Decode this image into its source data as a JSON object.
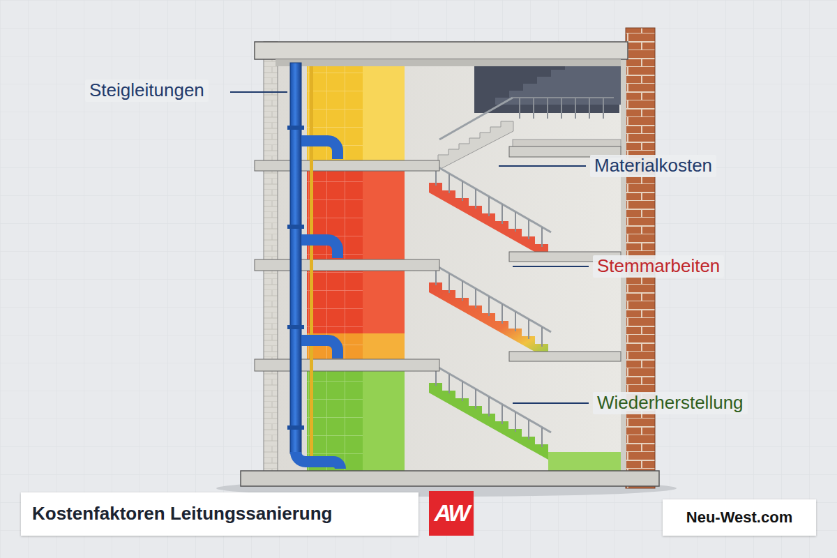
{
  "diagram": {
    "title": "Kostenfaktoren Leitungssanierung",
    "labels": [
      "Steigleitungen",
      "Materialkosten",
      "Stemmarbeiten",
      "Wiederherstellung",
      "AW",
      "Neu-West.com"
    ]
  }
}
